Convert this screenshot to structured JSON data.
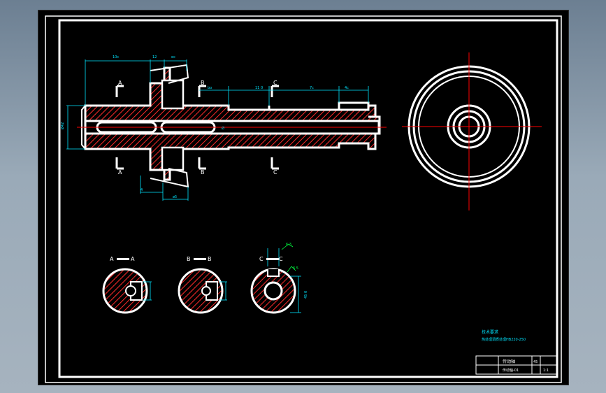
{
  "colors": {
    "background": "#000000",
    "outline": "#ffffff",
    "hatch": "#ff2a2a",
    "centerline": "#ff0000",
    "dimension": "#00e5ff",
    "annotation": "#00ff40",
    "app_surround": "#8a9aab"
  },
  "dimensions": {
    "d1": "10c",
    "d2": "12",
    "d3": "ec",
    "d4": "bo",
    "d5": "11 0",
    "d6": "7c",
    "d7": "4c",
    "d8": "Ø42",
    "d9": "Ø",
    "d10": "4",
    "d11": "ø5",
    "roughness1": "6.3",
    "roughness2": "6.5",
    "dim_c": "45 0"
  },
  "section_marks": {
    "a_top": "A",
    "a_bottom": "A",
    "b_top": "B",
    "b_bottom": "B",
    "c_top": "C",
    "c_bottom": "C"
  },
  "section_titles": {
    "a": {
      "left": "A",
      "right": "A"
    },
    "b": {
      "left": "B",
      "right": "B"
    },
    "c": {
      "left": "C",
      "right": "C"
    }
  },
  "notes": {
    "line1": "技术要求",
    "line2": "热处理调质处理HB220-250"
  },
  "title_block": {
    "part_name": "传动轴",
    "drawing_no": "传动轴-01",
    "material": "45",
    "scale": "1:1"
  }
}
